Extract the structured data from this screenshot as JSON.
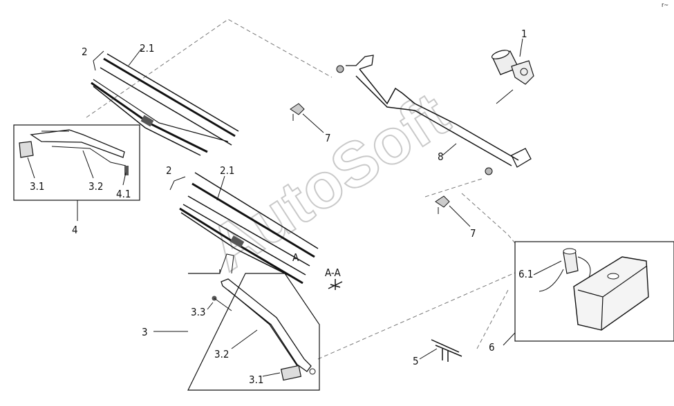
{
  "labels": {
    "motor": "1",
    "blade_left": "2",
    "blade_left_sub": "2.1",
    "blade_right": "2",
    "blade_right_sub": "2.1",
    "arm_assembly": "3",
    "arm_cap_3_1": "3.1",
    "arm_3_2": "3.2",
    "arm_3_3": "3.3",
    "left_arm_assembly": "4",
    "left_cap_3_1": "3.1",
    "left_arm_3_2": "3.2",
    "left_nozzle_4_1": "4.1",
    "tee_connector": "5",
    "washer_reservoir": "6",
    "washer_pump": "6.1",
    "clip_upper": "7",
    "clip_lower": "7",
    "linkage": "8",
    "section_mark": "A",
    "section_view": "A-A"
  },
  "watermark": "AutoSoft",
  "corner_mark": "r~"
}
